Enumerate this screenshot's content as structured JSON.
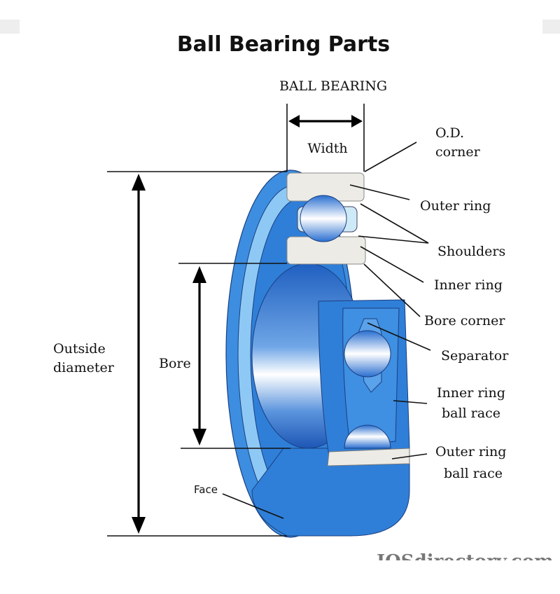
{
  "title": "Ball Bearing Parts",
  "labels": {
    "ball_bearing": "BALL BEARING",
    "width": "Width",
    "od_corner_1": "O.D.",
    "od_corner_2": "corner",
    "outer_ring": "Outer ring",
    "shoulders": "Shoulders",
    "inner_ring": "Inner ring",
    "bore_corner": "Bore corner",
    "separator": "Separator",
    "inner_ring_ball_race_1": "Inner ring",
    "inner_ring_ball_race_2": "ball race",
    "outer_ring_ball_race_1": "Outer ring",
    "outer_ring_ball_race_2": "ball race",
    "outside_diameter_1": "Outside",
    "outside_diameter_2": "diameter",
    "bore": "Bore",
    "face": "Face"
  },
  "watermark": "IQSdirectory.com",
  "colors": {
    "bearing_blue": "#2f7fd8",
    "light_blue": "#8ec9f5",
    "ring_gray": "#ecebe6"
  }
}
